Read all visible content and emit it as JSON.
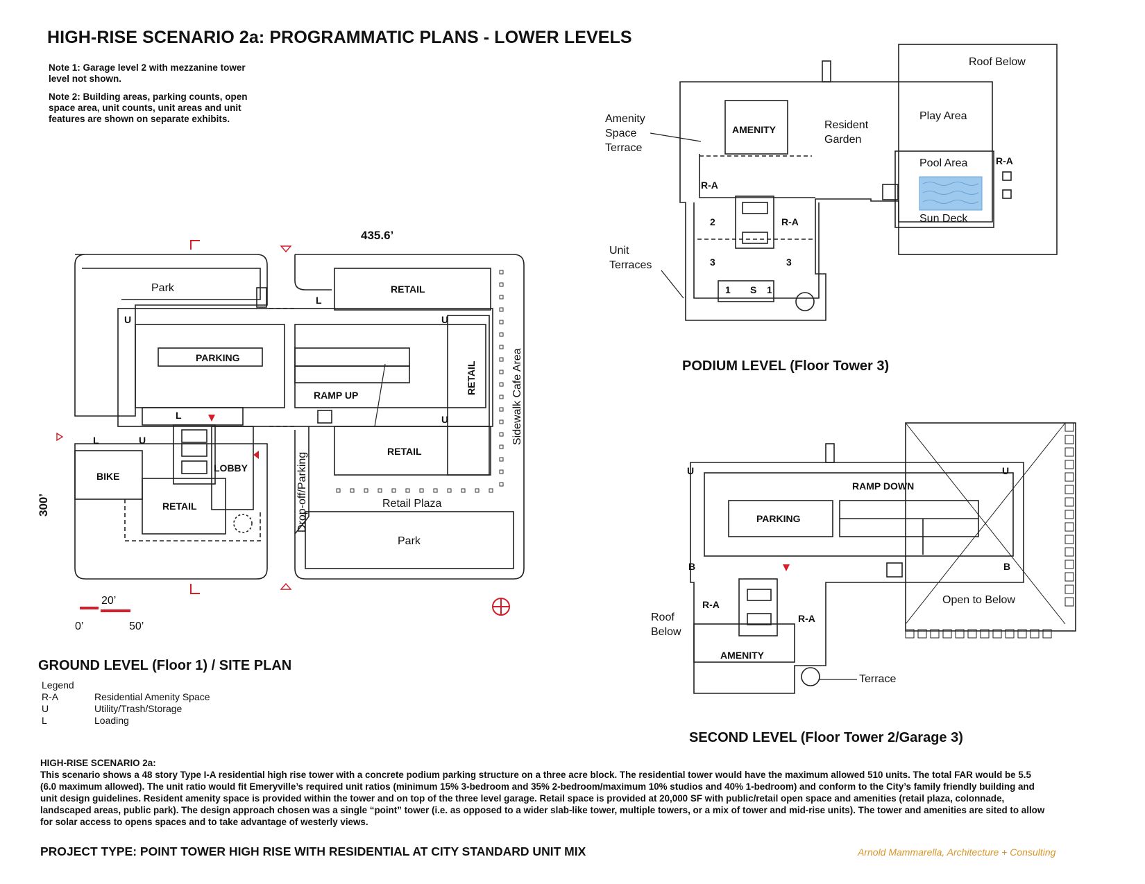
{
  "title": "HIGH-RISE SCENARIO 2a: PROGRAMMATIC PLANS - LOWER LEVELS",
  "notes": [
    "Note 1: Garage level 2 with mezzanine tower level not shown.",
    "Note 2: Building areas, parking counts, open space area, unit counts, unit areas and unit features are shown on separate exhibits."
  ],
  "ground": {
    "title": "GROUND LEVEL (Floor 1) /  SITE PLAN",
    "dim_top": "435.6’",
    "dim_side": "300’",
    "scale": {
      "a": "20’",
      "b": "0’",
      "c": "50’"
    },
    "labels": {
      "park_top": "Park",
      "park_bottom": "Park",
      "parking": "PARKING",
      "ramp_up": "RAMP UP",
      "retail_top": "RETAIL",
      "retail_side": "RETAIL",
      "retail_mid": "RETAIL",
      "retail_left": "RETAIL",
      "lobby": "LOBBY",
      "bike": "BIKE",
      "u": "U",
      "l": "L",
      "retail_plaza": "Retail Plaza",
      "sidewalk": "Sidewalk Cafe Area",
      "dropoff": "Drop-off/Parking"
    }
  },
  "podium": {
    "title": "PODIUM LEVEL (Floor Tower 3)",
    "labels": {
      "roof_below": "Roof Below",
      "play_area": "Play Area",
      "pool_area": "Pool Area",
      "sun_deck": "Sun Deck",
      "amenity": "AMENITY",
      "resident_garden_1": "Resident",
      "resident_garden_2": "Garden",
      "amenity_terrace": [
        "Amenity",
        "Space",
        "Terrace"
      ],
      "unit_terraces": [
        "Unit",
        "Terraces"
      ],
      "ra": "R-A",
      "two": "2",
      "three": "3",
      "one": "1",
      "s": "S"
    }
  },
  "second": {
    "title": "SECOND LEVEL (Floor Tower 2/Garage 3)",
    "labels": {
      "ramp_down": "RAMP DOWN",
      "parking": "PARKING",
      "open_below": "Open to Below",
      "roof_below": [
        "Roof",
        "Below"
      ],
      "amenity": "AMENITY",
      "terrace": "Terrace",
      "ra": "R-A",
      "u": "U",
      "b": "B"
    }
  },
  "legend": {
    "heading": "Legend",
    "items": [
      {
        "key": "R-A",
        "value": "Residential Amenity Space"
      },
      {
        "key": "U",
        "value": "Utility/Trash/Storage"
      },
      {
        "key": "L",
        "value": "Loading"
      }
    ]
  },
  "description_heading": "HIGH-RISE SCENARIO 2a:",
  "description": "This scenario shows a 48 story Type I-A residential high rise tower with a concrete podium parking structure on a three acre block. The residential tower would have the maximum allowed 510 units. The total FAR would be 5.5 (6.0 maximum allowed). The unit ratio would fit Emeryville’s required unit ratios (minimum 15% 3-bedroom and 35% 2-bedroom/maximum 10% studios and 40% 1-bedroom) and conform to the City’s family friendly building and unit design guidelines. Resident amenity space is provided within the tower and on top of the three level garage. Retail space is provided at 20,000 SF with public/retail open space and amenities (retail plaza, colonnade, landscaped areas, public park). The design approach chosen was a single “point” tower (i.e. as opposed to a wider slab-like tower, multiple towers, or a mix of tower and mid-rise units). The tower and amenities are sited to allow for solar access to opens spaces and to take advantage of westerly views.",
  "project_type": "PROJECT TYPE: POINT TOWER HIGH RISE WITH RESIDENTIAL AT CITY STANDARD UNIT MIX",
  "credit": "Arnold Mammarella, Architecture + Consulting",
  "colors": {
    "accent_red": "#d21f2a",
    "credit_orange": "#d9942a",
    "pool_blue": "#9ec9ee"
  }
}
